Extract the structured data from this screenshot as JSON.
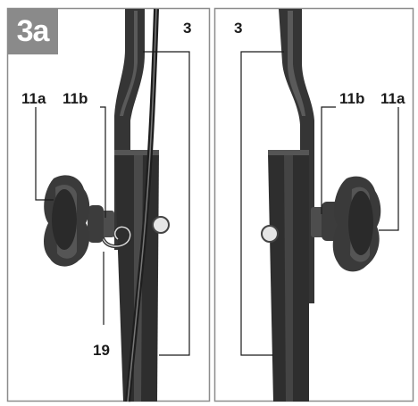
{
  "figure": {
    "id": "3a",
    "colors": {
      "badge": "#8a8a8a",
      "frame": "#8c8c8c",
      "tube": "#2d2d2d",
      "knob": "#3a3a3a"
    },
    "left_panel": {
      "labels": {
        "tube": "3",
        "knob": "11a",
        "bolt": "11b",
        "clip": "19"
      }
    },
    "right_panel": {
      "labels": {
        "tube": "3",
        "bolt": "11b",
        "knob": "11a"
      }
    }
  }
}
